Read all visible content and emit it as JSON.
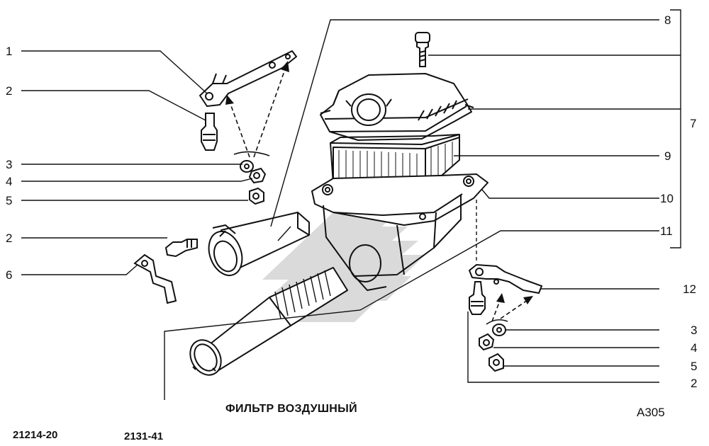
{
  "callouts_left": [
    "1",
    "2",
    "3",
    "4",
    "5",
    "2",
    "6"
  ],
  "callouts_right": [
    "8",
    "7",
    "9",
    "10",
    "11",
    "12",
    "3",
    "4",
    "5",
    "2"
  ],
  "caption": {
    "title": "ФИЛЬТР ВОЗДУШНЫЙ",
    "code": "A305",
    "model_1": "21214-20",
    "model_2": "2131-41"
  },
  "colors": {
    "line": "#111111",
    "watermark": "#cfcfcf"
  }
}
